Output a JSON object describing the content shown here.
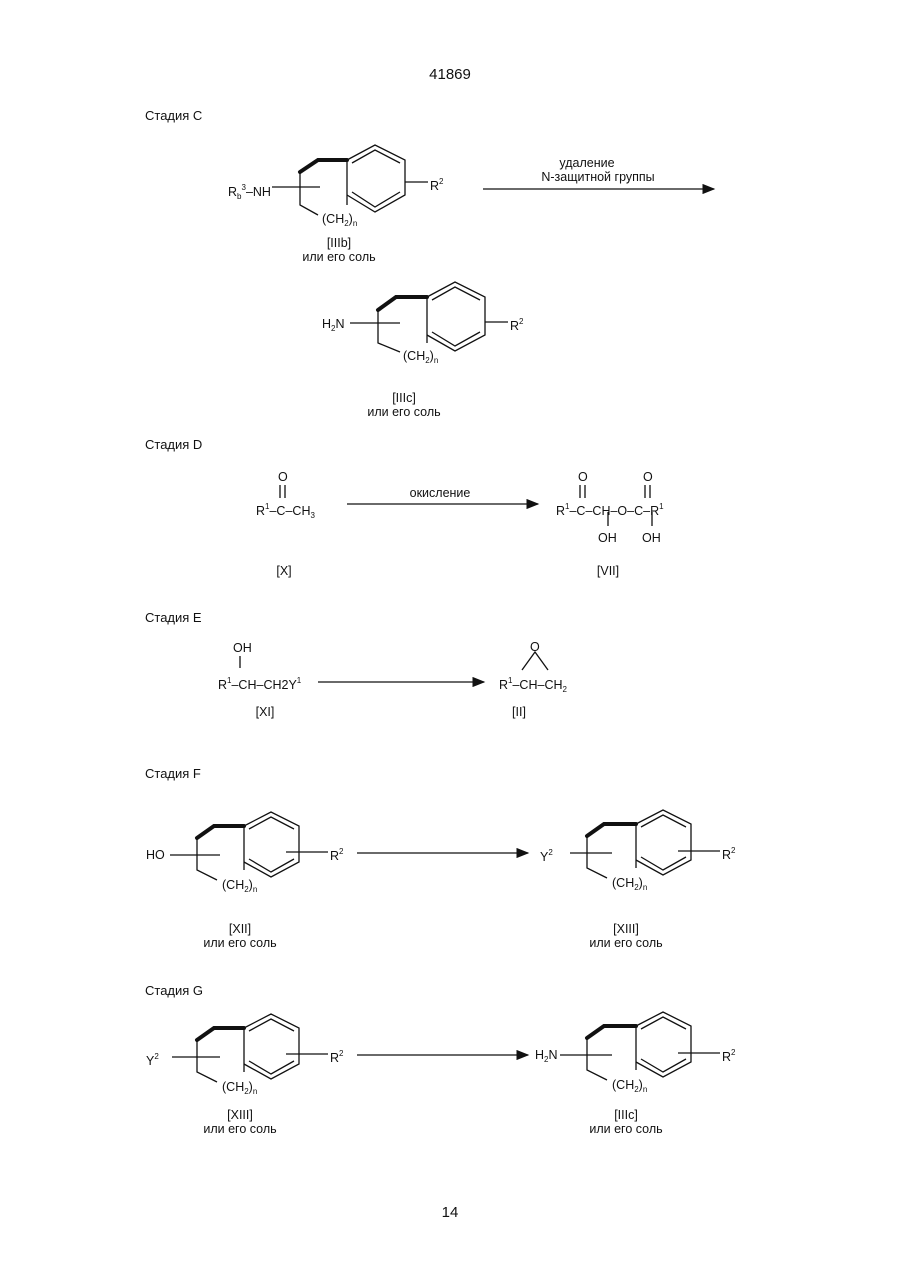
{
  "page": {
    "header_number": "41869",
    "footer_number": "14"
  },
  "stages": {
    "c": {
      "title": "Стадия С",
      "r_label": "R",
      "r_sub": "b",
      "r_sup": "3",
      "r_tail": "–NH",
      "r2": "R",
      "r2_sup": "2",
      "ch2": "(CH",
      "ch2_sub": "2",
      "ch2_close": ")",
      "n": "n",
      "arrow_line1": "удаление",
      "arrow_line2": "N-защитной группы",
      "prod_left": "H",
      "prod_sub": "2",
      "prod_tail": "N",
      "label_a": "[IIIb]",
      "salt_a": "или его соль",
      "label_b": "[IIIc]",
      "salt_b": "или его соль"
    },
    "d": {
      "title": "Стадия D",
      "o": "O",
      "r1": "R",
      "r1_sup": "1",
      "reactant_tail": "–C–CH",
      "reactant_sub": "3",
      "arrow": "окисление",
      "product_tail": "–C–CH–O–C–R",
      "product_sup": "1",
      "oh": "OH",
      "label_a": "[X]",
      "label_b": "[VII]"
    },
    "e": {
      "title": "Стадия Е",
      "oh": "OH",
      "r1": "R",
      "r1_sup": "1",
      "reactant_tail": "–CH–CH2Y",
      "reactant_sup": "1",
      "o": "O",
      "product_tail": "–CH–CH",
      "product_sub": "2",
      "label_a": "[XI]",
      "label_b": "[II]"
    },
    "f": {
      "title": "Стадия F",
      "ho": "HO",
      "y": "Y",
      "y_sup": "2",
      "label_a": "[XII]",
      "salt_a": "или его соль",
      "label_b": "[XIII]",
      "salt_b": "или его соль"
    },
    "g": {
      "title": "Стадия G",
      "y": "Y",
      "y_sup": "2",
      "h": "H",
      "h_sub": "2",
      "n_atom": "N",
      "label_a": "[XIII]",
      "salt_a": "или его соль",
      "label_b": "[IIIc]",
      "salt_b": "или его соль"
    }
  }
}
